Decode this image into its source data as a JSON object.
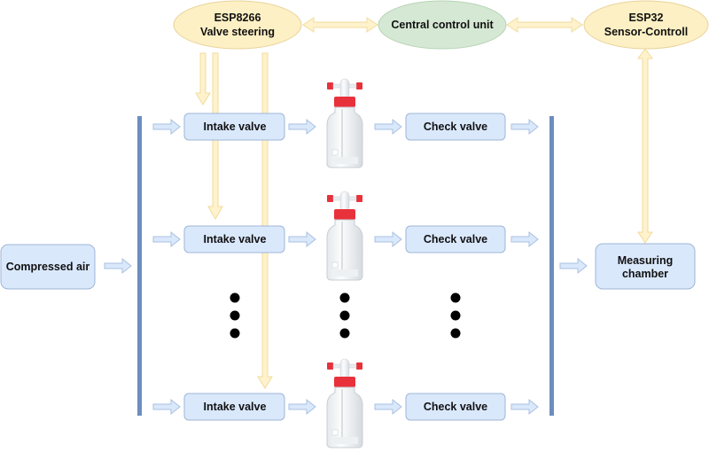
{
  "nodes": {
    "esp8266": {
      "line1": "ESP8266",
      "line2": "Valve steering"
    },
    "central": {
      "label": "Central control unit"
    },
    "esp32": {
      "line1": "ESP32",
      "line2": "Sensor-Controll"
    },
    "compressed_air": {
      "label": "Compressed air"
    },
    "measuring": {
      "line1": "Measuring",
      "line2": "chamber"
    }
  },
  "rows": [
    {
      "intake": "Intake valve",
      "check": "Check valve"
    },
    {
      "intake": "Intake valve",
      "check": "Check valve"
    },
    {
      "intake": "Intake valve",
      "check": "Check valve"
    }
  ],
  "ellipsis": "⋮",
  "colors": {
    "controller_fill": "#fdf0c4",
    "controller_stroke": "#e8d39a",
    "central_fill": "#d5e8d4",
    "central_stroke": "#b8d3b5",
    "box_fill": "#dae8fc",
    "box_stroke": "#9fb6d6",
    "manifold": "#6c8ebf",
    "yellow_arrow": "#fff2cc",
    "yellow_arrow_stroke": "#f0dc9c",
    "blue_arrow": "#dae8fc",
    "blue_arrow_stroke": "#a9c0e0",
    "bottle_cap": "#e8313a"
  }
}
